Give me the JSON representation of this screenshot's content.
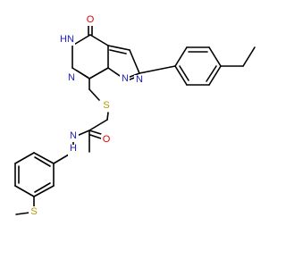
{
  "diagram_type": "chemical-structure",
  "colors": {
    "bond": "#000000",
    "nitrogen": "#1a1acc",
    "oxygen": "#dd0000",
    "sulfur": "#b09a00",
    "background": "#ffffff"
  },
  "atoms": {
    "o_carbonyl_ring": {
      "label": "O",
      "element": "O"
    },
    "n_h_ring": {
      "label": "HN",
      "element": "N"
    },
    "n_ring_lower": {
      "label": "N",
      "element": "N"
    },
    "n_bridge": {
      "label": "N",
      "element": "N"
    },
    "n_pyrazole": {
      "label": "N",
      "element": "N"
    },
    "s_thioether": {
      "label": "S",
      "element": "S"
    },
    "o_amide": {
      "label": "O",
      "element": "O"
    },
    "n_amide": {
      "label": "N",
      "element": "N"
    },
    "h_amide": {
      "label": "H",
      "element": "H"
    },
    "s_methyl": {
      "label": "S",
      "element": "S"
    }
  }
}
